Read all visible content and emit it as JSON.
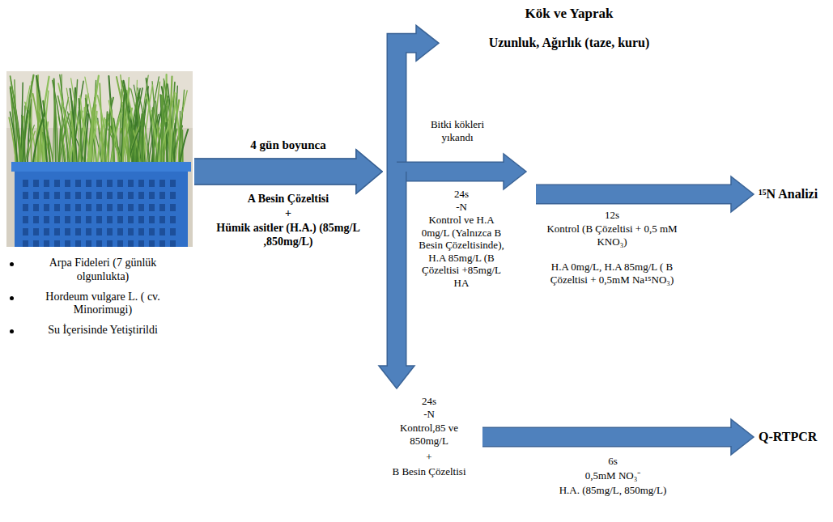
{
  "diagram": {
    "nodes": [
      {
        "text": [
          "Arpa Fideleri (7 günlük olgunlukta)",
          "Hordeum vulgare L. ( cv. Minorimugi)",
          "Su İçerisinde Yetiştirildi"
        ]
      },
      {
        "text": [
          "Kök ve Yaprak",
          "Uzunluk, Ağırlık (taze, kuru)"
        ]
      },
      {
        "text": [
          "¹⁵N Analizi"
        ]
      },
      {
        "text": [
          "Q-RTPCR"
        ]
      }
    ],
    "edges": [
      {
        "from": 0,
        "to": 1,
        "arrow": "to"
      },
      {
        "from": 0,
        "to": 2,
        "arrow": "to"
      },
      {
        "from": 0,
        "to": 3,
        "arrow": "to"
      }
    ],
    "labels": [
      "4 gün boyunca",
      "A Besin Çözeltisi",
      "+",
      "Hümik asitler (H.A.) (85mg/L ,850mg/L)",
      "Bitki kökleri yıkandı",
      "24s",
      "-N",
      "Kontrol ve H.A 0mg/L (Yalnızca B Besin Çözeltisinde), H.A 85mg/L (B Çözeltisi +85mg/L HA",
      "12s",
      "Kontrol (B Çözeltisi + 0,5 mM KNO₃)",
      "H.A 0mg/L, H.A 85mg/L ( B Çözeltisi + 0,5mM Na¹⁵NO₃)",
      "24s",
      "-N",
      "Kontrol,85 ve 850mg/L",
      "+",
      "B Besin Çözeltisi",
      "6s",
      "0,5mM NO₃⁻",
      "H.A. (85mg/L, 850mg/L)"
    ]
  }
}
